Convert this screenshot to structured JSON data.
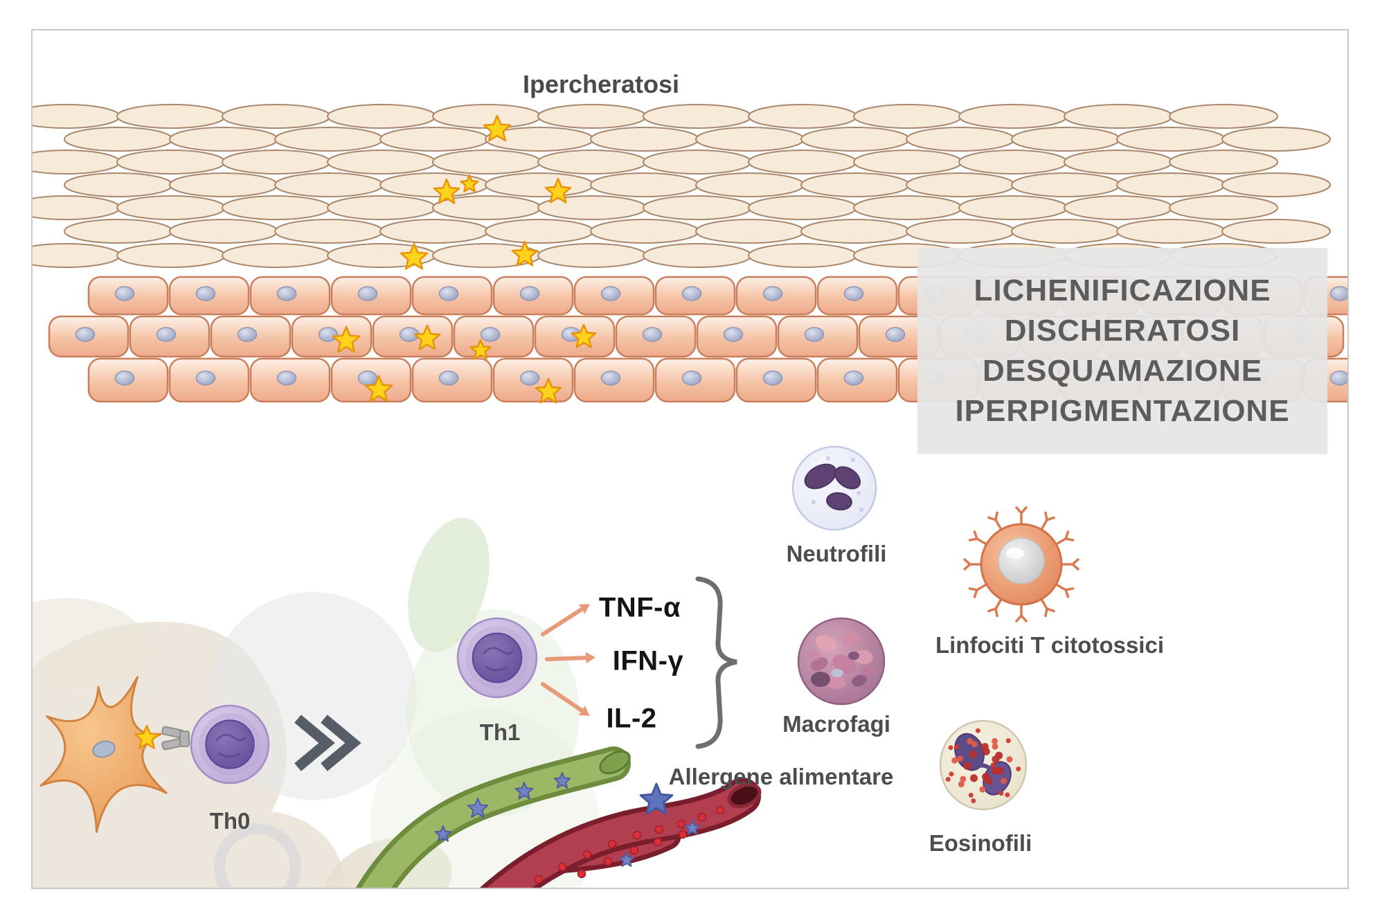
{
  "figure": {
    "title": "Ipercheratosi",
    "effects_box": {
      "lines": [
        "LICHENIFICAZIONE",
        "DISCHERATOSI",
        "DESQUAMAZIONE",
        "IPERPIGMENTAZIONE"
      ]
    },
    "cells": {
      "neutrophils": "Neutrofili",
      "cytotoxic_t": "Linfociti T citotossici",
      "macrophages": "Macrofagi",
      "eosinophils": "Eosinofili",
      "th0": "Th0",
      "th1": "Th1"
    },
    "cytokines": [
      "TNF-α",
      "IFN-γ",
      "IL-2"
    ],
    "allergen_label": "Allergene alimentare"
  },
  "colors": {
    "frame_border": "#c9c9c9",
    "corneocyte_fill": "#f7ead9",
    "corneocyte_stroke": "#a8876c",
    "epidermis_stroke": "#c97f5c",
    "allergen_star": "#ffd21c",
    "allergen_star_stroke": "#e8930c",
    "food_allergen_star": "#5d73bd",
    "food_allergen_star_stroke": "#46589c",
    "arrow": "#e89a78",
    "label_text": "#4d4d4d",
    "effects_text": "#5c5c5c",
    "green_vessel_outer": "#6d8c3e",
    "green_vessel_inner": "#9cb766",
    "red_vessel_outer": "#7a1e2c",
    "red_vessel_inner": "#b13f50",
    "red_blood_cell": "#d92f38"
  }
}
